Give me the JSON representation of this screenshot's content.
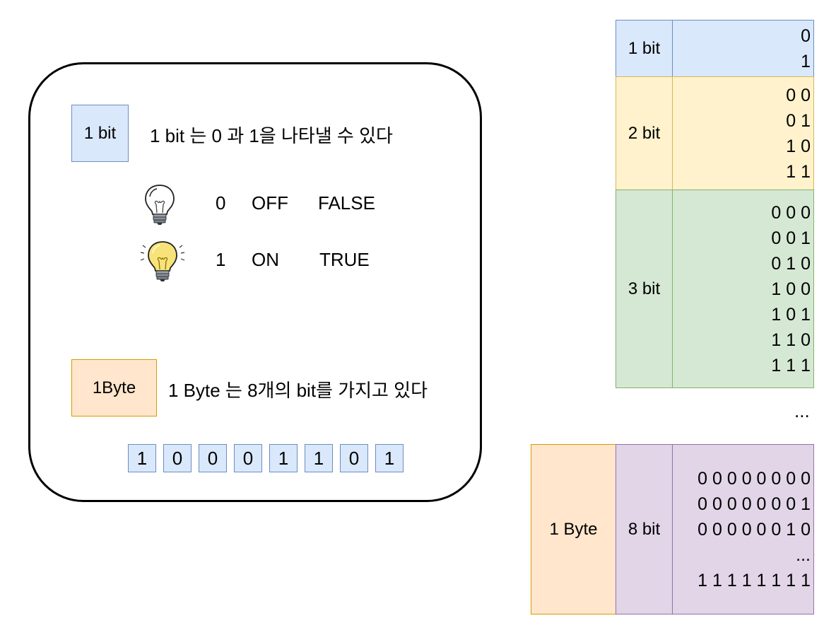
{
  "left_panel": {
    "bit_box_label": "1 bit",
    "bit_description": "1 bit 는 0 과 1을 나타낼 수 있다",
    "states": [
      {
        "icon": "lightbulb-off-icon",
        "value": "0",
        "word1": "OFF",
        "word2": "FALSE"
      },
      {
        "icon": "lightbulb-on-icon",
        "value": "1",
        "word1": "ON",
        "word2": "TRUE"
      }
    ],
    "byte_box_label": "1Byte",
    "byte_description": "1 Byte 는 8개의 bit를 가지고 있다",
    "byte_bits": [
      "1",
      "0",
      "0",
      "0",
      "1",
      "1",
      "0",
      "1"
    ]
  },
  "bit_table": {
    "rows": [
      {
        "label": "1 bit",
        "values": [
          "0",
          "1"
        ],
        "color": "#dae8fc"
      },
      {
        "label": "2 bit",
        "values": [
          "0 0",
          "0 1",
          "1 0",
          "1 1"
        ],
        "color": "#fff2cc"
      },
      {
        "label": "3 bit",
        "values": [
          "0 0 0",
          "0 0 1",
          "0 1 0",
          "1 0 0",
          "1 0 1",
          "1 1 0",
          "1 1 1"
        ],
        "color": "#d5e8d4"
      }
    ],
    "ellipsis": "..."
  },
  "byte_table": {
    "byte_label": "1 Byte",
    "bit_label": "8 bit",
    "values": [
      "0 0 0 0 0 0 0 0",
      "0 0 0 0 0 0 0 1",
      "0 0 0 0 0 0 1 0",
      "...",
      "1 1 1 1 1 1 1 1"
    ],
    "byte_color": "#ffe6cc",
    "bit_color": "#e1d5e7"
  }
}
